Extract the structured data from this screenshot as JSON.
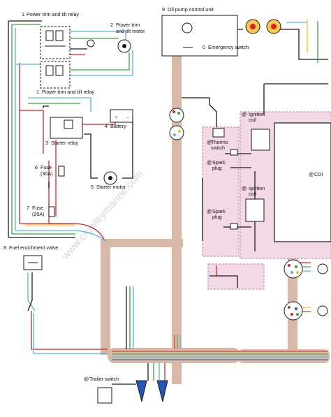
{
  "components": {
    "relay_top": {
      "num": "1",
      "label": "Power trim and tilt relay"
    },
    "motor": {
      "num": "2",
      "label1": "Power trim",
      "label2": "and tilt motor"
    },
    "relay_bottom": {
      "num": "1",
      "label": "Power trim and tilt relay"
    },
    "battery": {
      "num": "4",
      "label": "Battery"
    },
    "starter_relay": {
      "num": "3",
      "label": "Starter relay"
    },
    "fuse30": {
      "num": "6",
      "label1": "Fuse",
      "label2": "(30A)"
    },
    "starter_motor": {
      "num": "5",
      "label": "Starter motor"
    },
    "fuse20": {
      "num": "7",
      "label1": "Fuse",
      "label2": "(20A)"
    },
    "fuel_valve": {
      "num": "8",
      "label": "Fuel enrichment valve"
    },
    "oil_pump": {
      "num": "9",
      "label": "Oil pump control unit"
    },
    "emergency": {
      "num": "0",
      "label": "Emergency switch"
    },
    "thermo": {
      "num": "@",
      "label1": "Thermo",
      "label2": "switch"
    },
    "ignition_top": {
      "num": "@",
      "label1": "Ignition",
      "label2": "coil"
    },
    "spark_top": {
      "num": "@",
      "label1": "Spark",
      "label2": "plug"
    },
    "cdi": {
      "num": "@",
      "label": "CDI"
    },
    "ignition_bottom": {
      "num": "@",
      "label1": "Ignition",
      "label2": "coil"
    },
    "spark_bottom": {
      "num": "@",
      "label1": "Spark",
      "label2": "plug"
    },
    "trailer": {
      "num": "@",
      "label": "Trailer switch"
    }
  },
  "watermark": "www.crowleymarine.com",
  "colors": {
    "harness": "#d7b9a6",
    "pink_area": "#f3d8e6",
    "pink_border": "#c77aa5",
    "black": "#1a1a1a",
    "red": "#e01f26",
    "green": "#3aa63f",
    "sky": "#4db6e6",
    "blue": "#2458b8",
    "brown": "#8a5a2b",
    "gray": "#888888",
    "yellow": "#e8c21b"
  }
}
